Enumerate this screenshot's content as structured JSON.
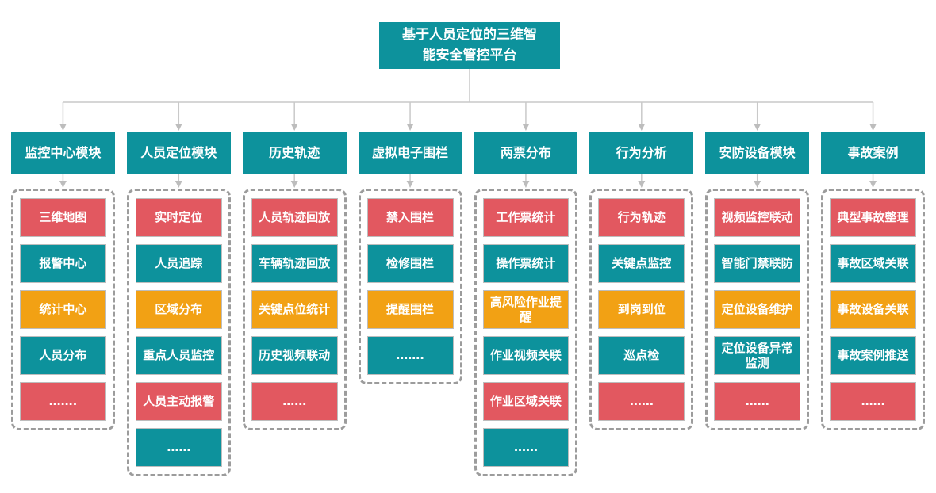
{
  "root": {
    "title": "基于人员定位的三维智能安全管控平台"
  },
  "colors": {
    "teal": "#0D929C",
    "red": "#E25860",
    "orange": "#F2A114",
    "connector_line": "#C9C9C9",
    "arrowhead": "#BDBDBD",
    "dashed_border": "#9C9C9C",
    "text": "#FFFFFF"
  },
  "columns": [
    {
      "header": "监控中心模块",
      "items": [
        {
          "label": "三维地图",
          "color": "red"
        },
        {
          "label": "报警中心",
          "color": "teal"
        },
        {
          "label": "统计中心",
          "color": "orange"
        },
        {
          "label": "人员分布",
          "color": "teal"
        },
        {
          "label": "…….",
          "color": "red"
        }
      ]
    },
    {
      "header": "人员定位模块",
      "items": [
        {
          "label": "实时定位",
          "color": "red"
        },
        {
          "label": "人员追踪",
          "color": "teal"
        },
        {
          "label": "区域分布",
          "color": "orange"
        },
        {
          "label": "重点人员监控",
          "color": "teal"
        },
        {
          "label": "人员主动报警",
          "color": "red"
        },
        {
          "label": "……",
          "color": "teal"
        }
      ]
    },
    {
      "header": "历史轨迹",
      "items": [
        {
          "label": "人员轨迹回放",
          "color": "red"
        },
        {
          "label": "车辆轨迹回放",
          "color": "teal"
        },
        {
          "label": "关键点位统计",
          "color": "orange"
        },
        {
          "label": "历史视频联动",
          "color": "teal"
        },
        {
          "label": "……",
          "color": "red"
        }
      ]
    },
    {
      "header": "虚拟电子围栏",
      "items": [
        {
          "label": "禁入围栏",
          "color": "red"
        },
        {
          "label": "检修围栏",
          "color": "teal"
        },
        {
          "label": "提醒围栏",
          "color": "orange"
        },
        {
          "label": "…….",
          "color": "teal"
        }
      ]
    },
    {
      "header": "两票分布",
      "items": [
        {
          "label": "工作票统计",
          "color": "red"
        },
        {
          "label": "操作票统计",
          "color": "teal"
        },
        {
          "label": "高风险作业提醒",
          "color": "orange"
        },
        {
          "label": "作业视频关联",
          "color": "teal"
        },
        {
          "label": "作业区域关联",
          "color": "red"
        },
        {
          "label": "……",
          "color": "teal"
        }
      ]
    },
    {
      "header": "行为分析",
      "items": [
        {
          "label": "行为轨迹",
          "color": "red"
        },
        {
          "label": "关键点监控",
          "color": "teal"
        },
        {
          "label": "到岗到位",
          "color": "orange"
        },
        {
          "label": "巡点检",
          "color": "teal"
        },
        {
          "label": "……",
          "color": "red"
        }
      ]
    },
    {
      "header": "安防设备模块",
      "items": [
        {
          "label": "视频监控联动",
          "color": "red"
        },
        {
          "label": "智能门禁联防",
          "color": "teal"
        },
        {
          "label": "定位设备维护",
          "color": "orange"
        },
        {
          "label": "定位设备异常监测",
          "color": "teal"
        },
        {
          "label": "……",
          "color": "red"
        }
      ]
    },
    {
      "header": "事故案例",
      "items": [
        {
          "label": "典型事故整理",
          "color": "red"
        },
        {
          "label": "事故区域关联",
          "color": "teal"
        },
        {
          "label": "事故设备关联",
          "color": "orange"
        },
        {
          "label": "事故案例推送",
          "color": "teal"
        },
        {
          "label": "……",
          "color": "red"
        }
      ]
    }
  ]
}
